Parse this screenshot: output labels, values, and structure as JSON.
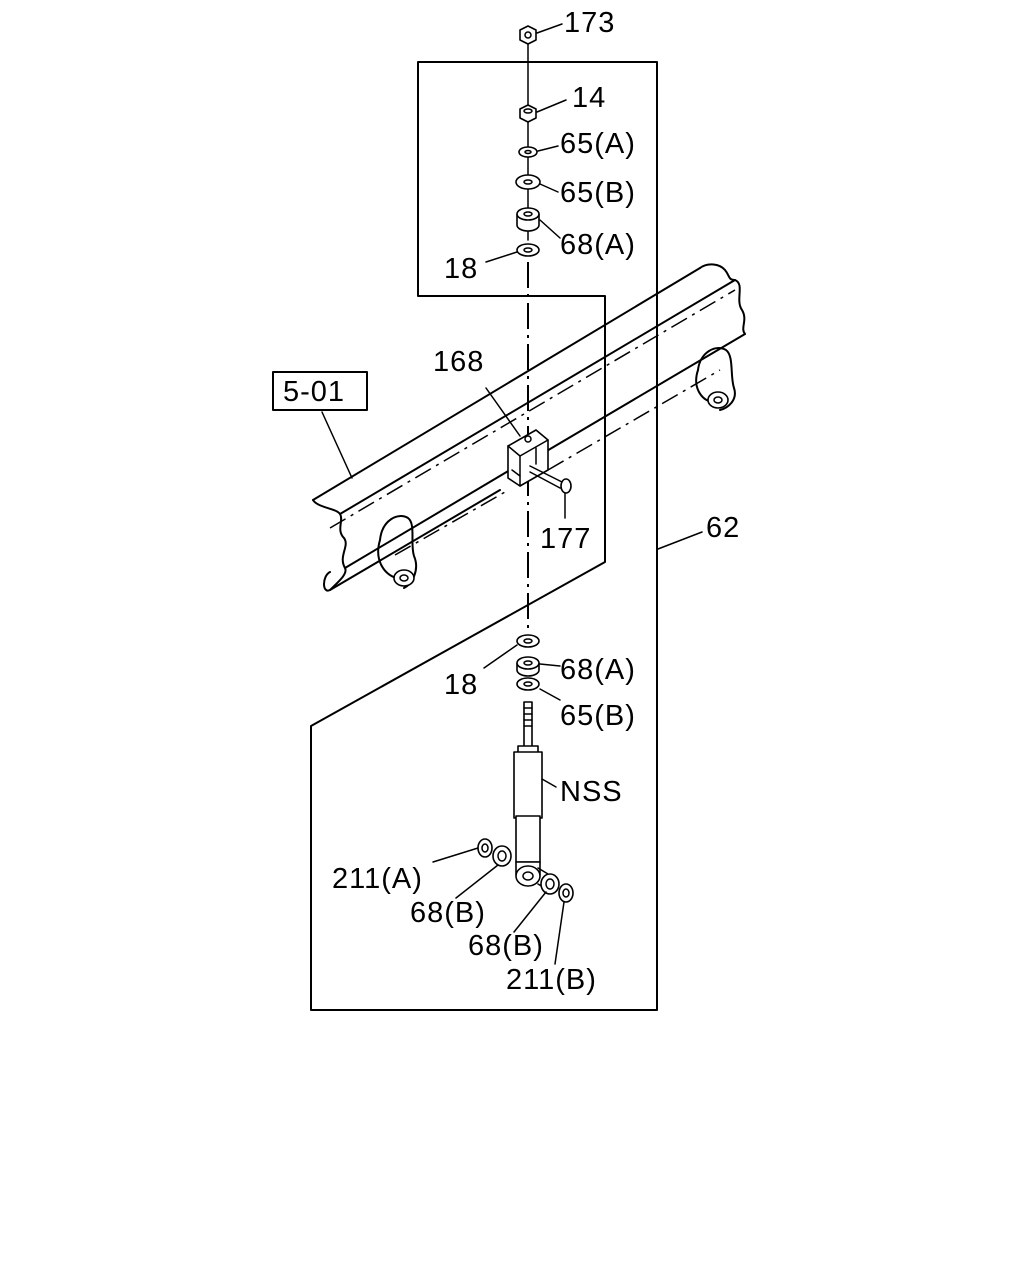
{
  "callouts": {
    "nut_top": "173",
    "nut": "14",
    "washer_a_top": "65(A)",
    "washer_b_top": "65(B)",
    "bushing_a_top": "68(A)",
    "washer_18_top": "18",
    "bracket": "168",
    "section_ref": "5-01",
    "bolt": "177",
    "kit": "62",
    "washer_18_bottom": "18",
    "bushing_a_bottom": "68(A)",
    "washer_b_bottom": "65(B)",
    "shock_absorber": "NSS",
    "washer_211a": "211(A)",
    "bushing_68b_left": "68(B)",
    "bushing_68b_right": "68(B)",
    "washer_211b": "211(B)"
  }
}
